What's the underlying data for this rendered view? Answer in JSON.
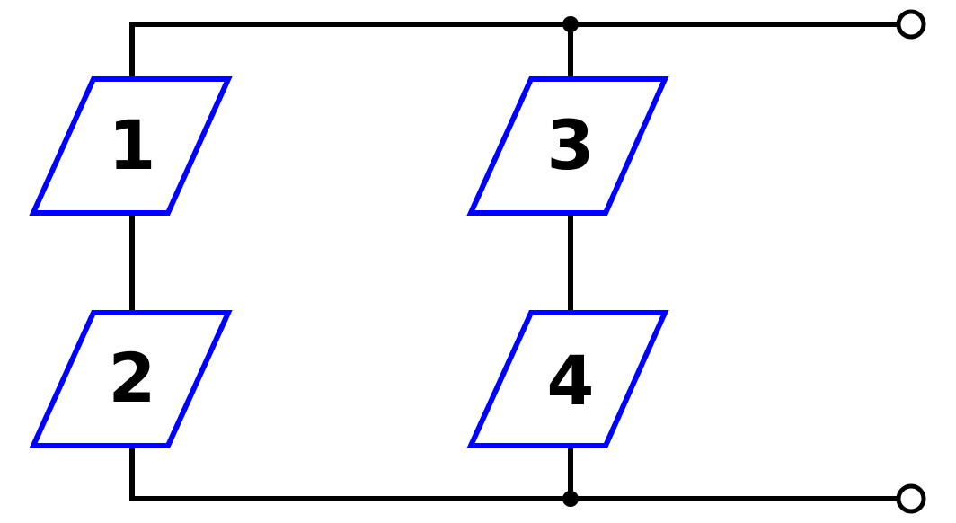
{
  "colors": {
    "wire": "#000000",
    "block_outline": "#0000ff",
    "label": "#000000",
    "terminal": "#000000"
  },
  "blocks": [
    {
      "id": "1",
      "label": "1"
    },
    {
      "id": "2",
      "label": "2"
    },
    {
      "id": "3",
      "label": "3"
    },
    {
      "id": "4",
      "label": "4"
    }
  ]
}
